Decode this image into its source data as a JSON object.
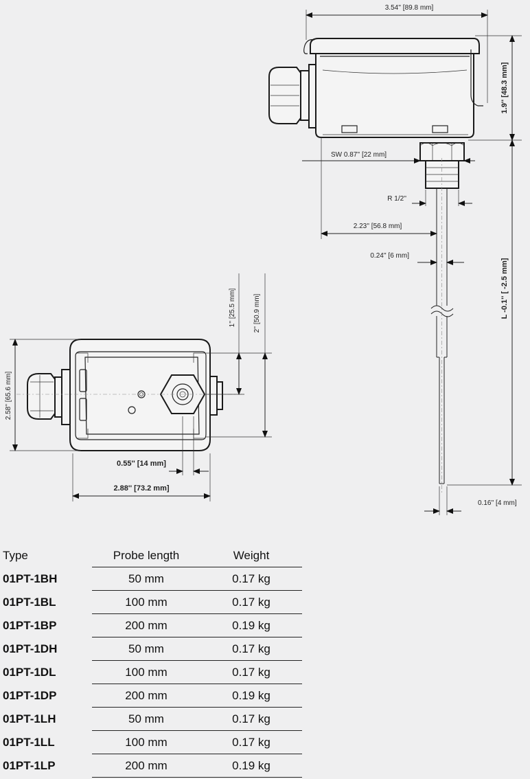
{
  "dimensions": {
    "width_top": "3.54'' [89.8 mm]",
    "height_head": "1.9'' [48.3 mm]",
    "sw": "SW 0.87'' [22 mm]",
    "thread": "R 1/2''",
    "offset": "2.23'' [56.8 mm]",
    "tube_dia": "0.24'' [6 mm]",
    "probe_len": "L -0.1'' [ -2.5 mm]",
    "tip_dia": "0.16'' [4 mm]",
    "hole_1": "1'' [25.5 mm]",
    "hole_2": "2'' [50.9 mm]",
    "depth": "2.58'' [65.6 mm]",
    "spacing": "0.55'' [14 mm]",
    "base_width": "2.88'' [73.2 mm]"
  },
  "table": {
    "headers": {
      "type": "Type",
      "probe_length": "Probe length",
      "weight": "Weight"
    },
    "rows": [
      {
        "type": "01PT-1BH",
        "probe_length": "50 mm",
        "weight": "0.17 kg"
      },
      {
        "type": "01PT-1BL",
        "probe_length": "100 mm",
        "weight": "0.17 kg"
      },
      {
        "type": "01PT-1BP",
        "probe_length": "200 mm",
        "weight": "0.19 kg"
      },
      {
        "type": "01PT-1DH",
        "probe_length": "50 mm",
        "weight": "0.17 kg"
      },
      {
        "type": "01PT-1DL",
        "probe_length": "100 mm",
        "weight": "0.17 kg"
      },
      {
        "type": "01PT-1DP",
        "probe_length": "200 mm",
        "weight": "0.19 kg"
      },
      {
        "type": "01PT-1LH",
        "probe_length": "50 mm",
        "weight": "0.17 kg"
      },
      {
        "type": "01PT-1LL",
        "probe_length": "100 mm",
        "weight": "0.17 kg"
      },
      {
        "type": "01PT-1LP",
        "probe_length": "200 mm",
        "weight": "0.19 kg"
      }
    ]
  }
}
